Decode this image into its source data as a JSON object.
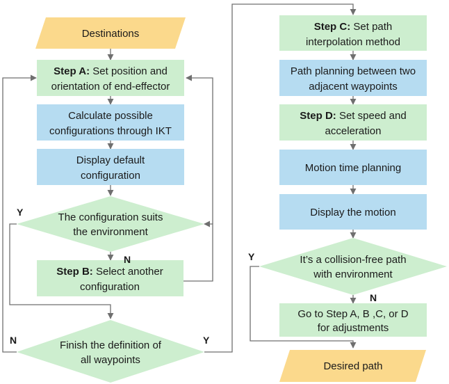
{
  "colors": {
    "process_green": "#cdeecf",
    "process_blue": "#b6dcf1",
    "terminal_orange": "#fbd98c",
    "line": "#6f6f6f"
  },
  "left": {
    "start": "Destinations",
    "step_a": {
      "bold": "Step A:",
      "rest": "Set position and",
      "line2": "orientation of end-effector"
    },
    "calc": {
      "line1": "Calculate possible",
      "line2": "configurations through IKT"
    },
    "display_default": {
      "line1": "Display default",
      "line2": "configuration"
    },
    "decision_config": {
      "line1": "The configuration suits",
      "line2": "the environment"
    },
    "step_b": {
      "bold": "Step B:",
      "rest": "Select another",
      "line2": "configuration"
    },
    "decision_finish": {
      "line1": "Finish the definition of",
      "line2": "all waypoints"
    }
  },
  "right": {
    "step_c": {
      "bold": "Step C:",
      "rest": "Set path",
      "line2": "interpolation method"
    },
    "path_planning": {
      "line1": "Path planning between two",
      "line2": "adjacent waypoints"
    },
    "step_d": {
      "bold": "Step D:",
      "rest": "Set speed and",
      "line2": "acceleration"
    },
    "motion_time": "Motion time planning",
    "display_motion": "Display the motion",
    "decision_collision": {
      "line1": "It’s a collision-free path",
      "line2": "with environment"
    },
    "goto": {
      "line1": "Go to Step A, B ,C, or D",
      "line2": "for adjustments"
    },
    "end": "Desired path"
  },
  "branch_labels": {
    "config_yes": "Y",
    "config_no": "N",
    "finish_no": "N",
    "finish_yes": "Y",
    "collision_yes": "Y",
    "collision_no": "N"
  }
}
